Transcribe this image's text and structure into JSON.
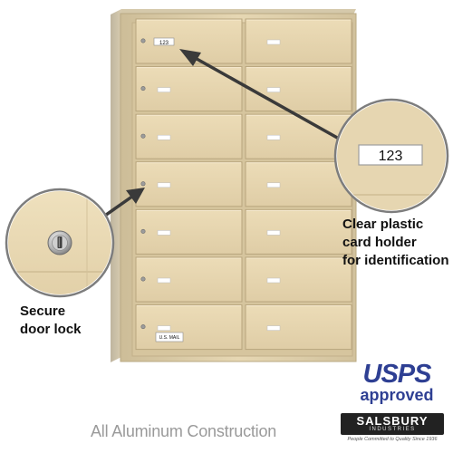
{
  "product": {
    "type": "4B+ horizontal mailbox",
    "finish_color": "#e4d3ad",
    "door_count": 14,
    "layout": "2 columns by 7 rows"
  },
  "doors": {
    "card_number": "123",
    "bottom_label": "U.S. MAIL"
  },
  "callout_card": {
    "number": "123",
    "caption": "Clear plastic\ncard holder\nfor identification"
  },
  "callout_lock": {
    "caption": "Secure\ndoor lock"
  },
  "footer": {
    "construction": "All Aluminum Construction"
  },
  "usps_logo": {
    "mark": "USPS",
    "subtitle": "approved"
  },
  "brand_logo": {
    "name": "SALSBURY",
    "subtitle": "INDUSTRIES",
    "tagline": "People Committed to Quality Since 1936"
  },
  "colors": {
    "finish": "#e4d3ad",
    "usps_blue": "#2e3f93",
    "arrow": "#3a3a3a"
  }
}
